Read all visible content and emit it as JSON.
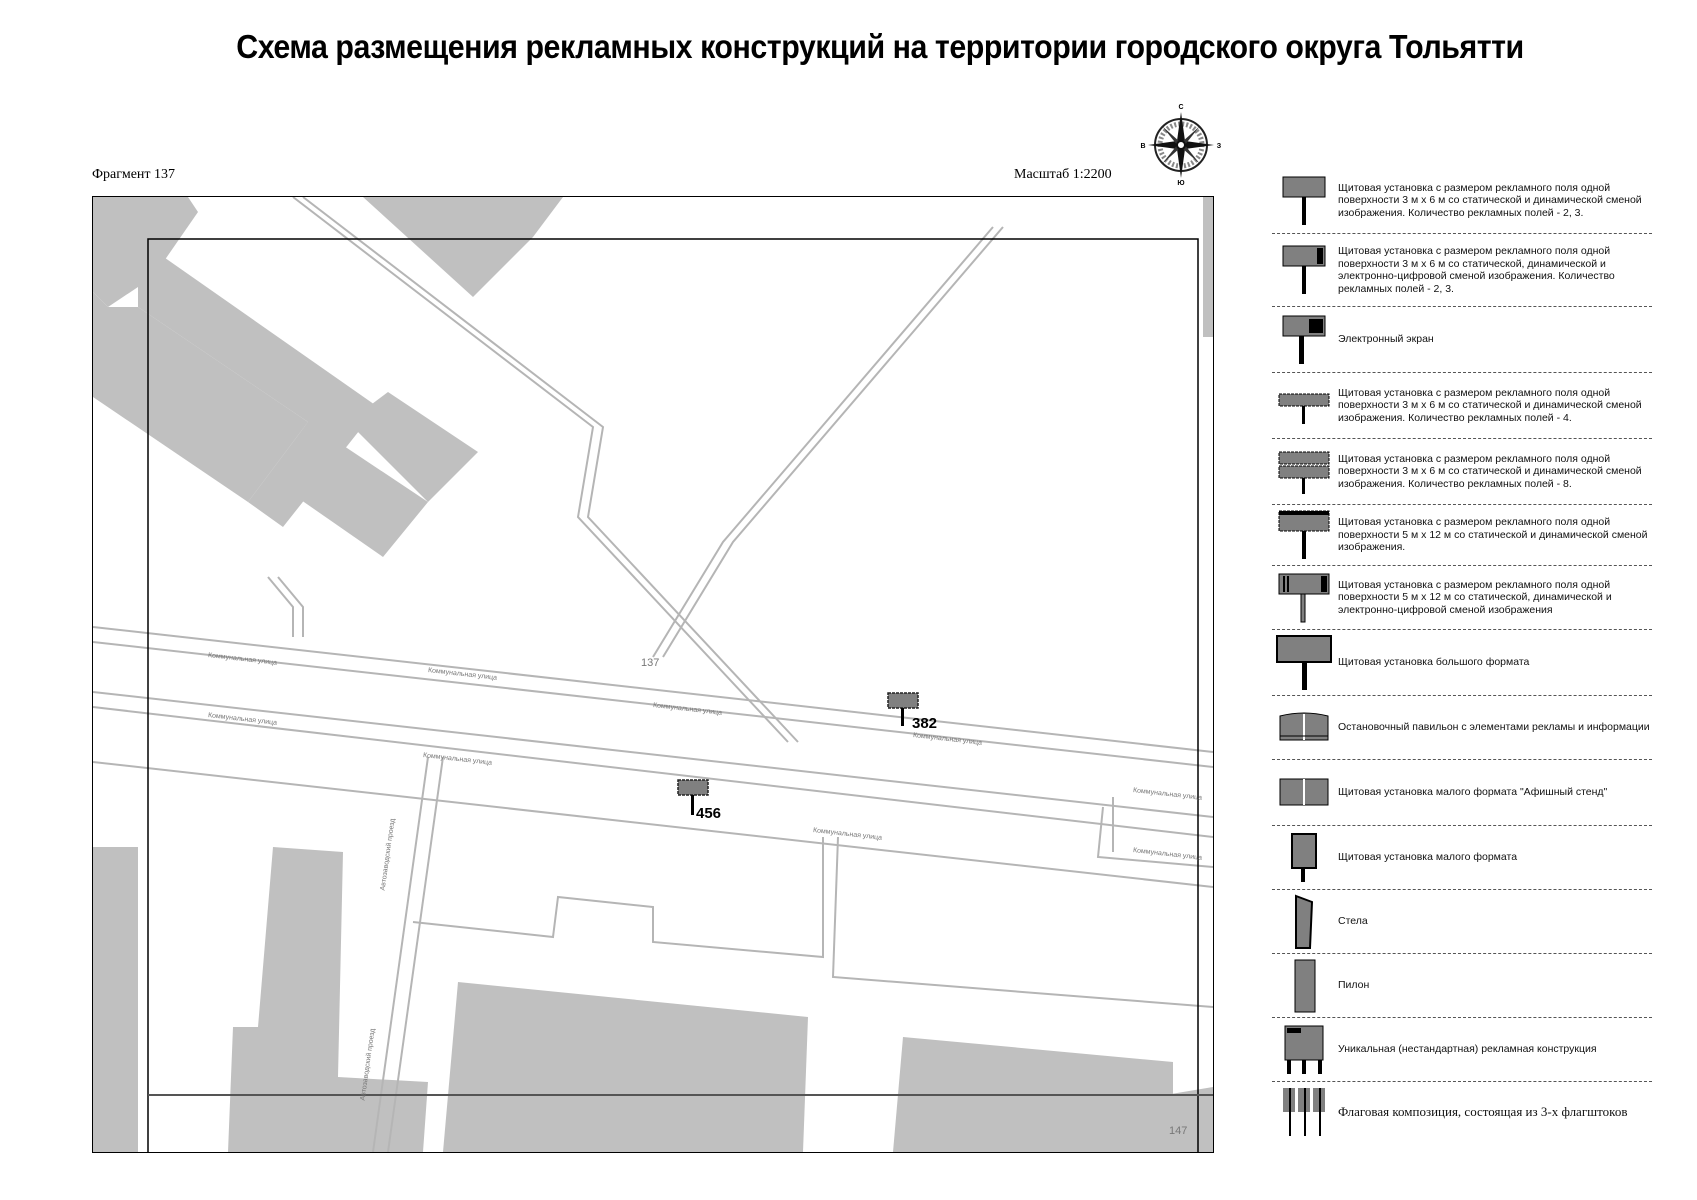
{
  "title": "Схема размещения рекламных конструкций на территории городского округа Тольятти",
  "fragment_label": "Фрагмент 137",
  "scale_label": "Масштаб 1:2200",
  "compass": {
    "north": "С",
    "south": "Ю",
    "west": "В",
    "east": "З"
  },
  "map": {
    "sheet_number_center": "137",
    "sheet_number_corner": "147",
    "streets": [
      "Коммунальная улица",
      "Коммунальная улица",
      "Коммунальная улица",
      "Коммунальная улица",
      "Коммунальная улица",
      "Коммунальная улица",
      "Коммунальная улица",
      "Коммунальная улица",
      "Коммунальная улица"
    ],
    "side_streets": [
      "Автозаводский проезд",
      "Автозаводский проезд"
    ],
    "markers": [
      {
        "id": "382",
        "type": "billboard-3x6"
      },
      {
        "id": "456",
        "type": "billboard-3x6"
      }
    ],
    "colors": {
      "building": "#c0c0c0",
      "road_line": "#b5b5b5",
      "frame": "#000000",
      "marker_fill": "#808080"
    }
  },
  "legend": [
    {
      "icon": "billboard-3x6-static-dynamic-icon",
      "text": "Щитовая установка с размером рекламного поля одной поверхности 3 м х 6 м со статической и динамической сменой изображения. Количество рекламных полей - 2, 3."
    },
    {
      "icon": "billboard-3x6-digital-icon",
      "text": "Щитовая установка с размером рекламного поля одной поверхности 3 м х 6 м со статической, динамической и электронно-цифровой сменой изображения. Количество рекламных полей - 2, 3."
    },
    {
      "icon": "electronic-screen-icon",
      "text": "Электронный экран"
    },
    {
      "icon": "billboard-3x6-4fields-icon",
      "text": "Щитовая установка с размером рекламного поля одной поверхности 3 м х 6 м со статической и динамической сменой изображения. Количество рекламных полей - 4."
    },
    {
      "icon": "billboard-3x6-8fields-icon",
      "text": "Щитовая установка с размером рекламного поля одной поверхности 3 м х 6 м со статической и динамической сменой изображения. Количество рекламных полей - 8."
    },
    {
      "icon": "billboard-5x12-icon",
      "text": "Щитовая установка с размером рекламного поля одной поверхности 5 м х 12 м со статической и динамической сменой изображения."
    },
    {
      "icon": "billboard-5x12-digital-icon",
      "text": "Щитовая установка с размером рекламного поля одной поверхности 5 м х 12 м со статической, динамической и электронно-цифровой сменой изображения"
    },
    {
      "icon": "large-format-billboard-icon",
      "text": "Щитовая установка большого формата"
    },
    {
      "icon": "bus-stop-pavilion-icon",
      "text": "Остановочный павильон с элементами рекламы и информации"
    },
    {
      "icon": "poster-stand-icon",
      "text": "Щитовая установка малого формата \"Афишный стенд\""
    },
    {
      "icon": "small-format-billboard-icon",
      "text": "Щитовая установка малого формата"
    },
    {
      "icon": "stele-icon",
      "text": "Стела"
    },
    {
      "icon": "pylon-icon",
      "text": "Пилон"
    },
    {
      "icon": "unique-construction-icon",
      "text": "Уникальная (нестандартная) рекламная конструкция"
    },
    {
      "icon": "flag-composition-icon",
      "text": "Флаговая композиция, состоящая из 3-х флагштоков"
    }
  ]
}
